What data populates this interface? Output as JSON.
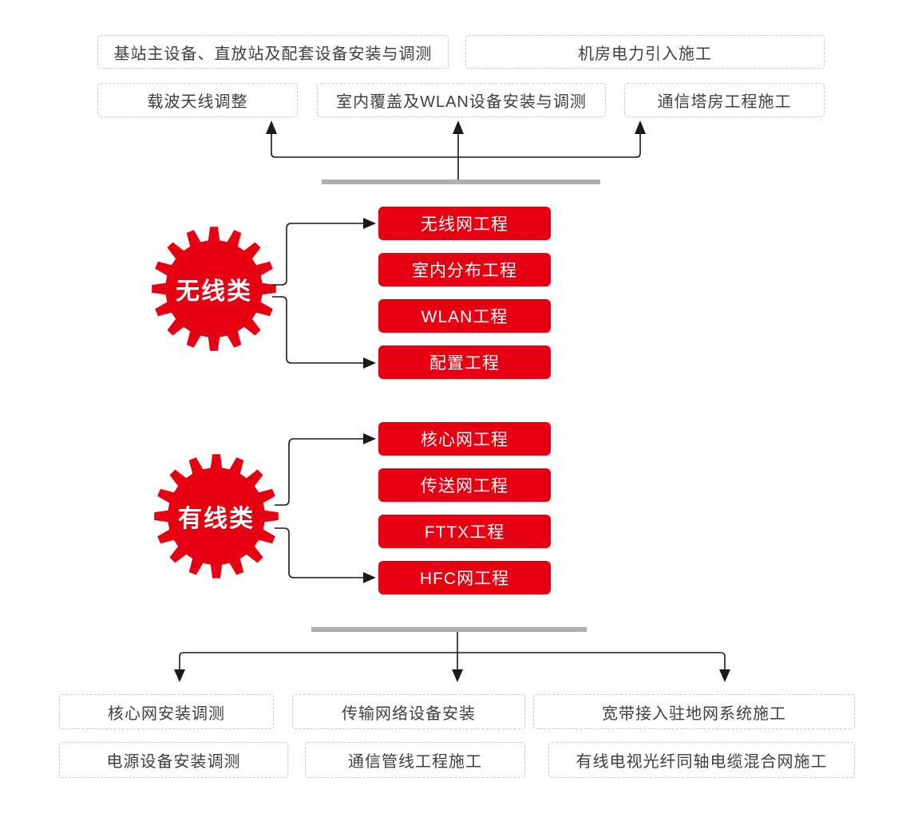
{
  "colors": {
    "red": "#e60012",
    "bar": "#b0b0b0",
    "line": "#1a1a1a",
    "border": "#c8c8c8",
    "text": "#3f3f3f"
  },
  "top": {
    "row1": [
      "基站主设备、直放站及配套设备安装与调测",
      "机房电力引入施工"
    ],
    "row2": [
      "载波天线调整",
      "室内覆盖及WLAN设备安装与调测",
      "通信塔房工程施工"
    ]
  },
  "wireless": {
    "label": "无线类",
    "items": [
      "无线网工程",
      "室内分布工程",
      "WLAN工程",
      "配置工程"
    ]
  },
  "wired": {
    "label": "有线类",
    "items": [
      "核心网工程",
      "传送网工程",
      "FTTX工程",
      "HFC网工程"
    ]
  },
  "bottom": {
    "row1": [
      "核心网安装调测",
      "传输网络设备安装",
      "宽带接入驻地网系统施工"
    ],
    "row2": [
      "电源设备安装调测",
      "通信管线工程施工",
      "有线电视光纤同轴电缆混合网施工"
    ]
  }
}
